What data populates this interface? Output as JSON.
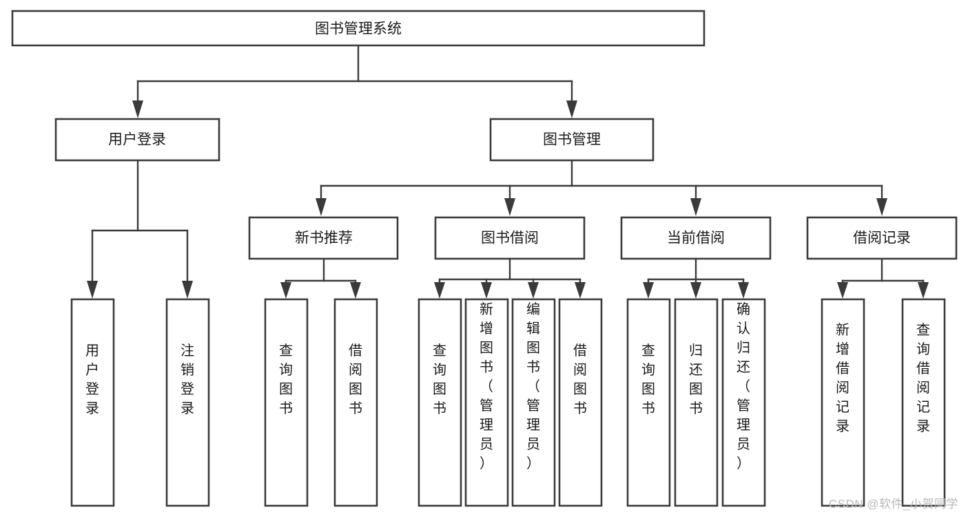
{
  "diagram": {
    "title": "图书管理系统",
    "type": "tree",
    "orientation": "top-down",
    "colors": {
      "background": "#ffffff",
      "box_fill": "#ffffff",
      "box_stroke": "#3a3a3a",
      "connector": "#3a3a3a",
      "text": "#1a1a1a",
      "watermark": "#b9b9b9"
    },
    "nodes": {
      "root": {
        "label": "图书管理系统",
        "level": 1,
        "orientation": "horizontal"
      },
      "user_login": {
        "label": "用户登录",
        "level": 2,
        "orientation": "horizontal"
      },
      "book_manage": {
        "label": "图书管理",
        "level": 2,
        "orientation": "horizontal"
      },
      "new_book_rec": {
        "label": "新书推荐",
        "level": 3,
        "orientation": "horizontal"
      },
      "book_borrow": {
        "label": "图书借阅",
        "level": 3,
        "orientation": "horizontal"
      },
      "current_borrow": {
        "label": "当前借阅",
        "level": 3,
        "orientation": "horizontal"
      },
      "borrow_record": {
        "label": "借阅记录",
        "level": 3,
        "orientation": "horizontal"
      },
      "leaf_user_login": {
        "label": "用户登录",
        "level": 4,
        "orientation": "vertical"
      },
      "leaf_user_logout": {
        "label": "注销登录",
        "level": 4,
        "orientation": "vertical"
      },
      "leaf_rec_query": {
        "label": "查询图书",
        "level": 4,
        "orientation": "vertical"
      },
      "leaf_rec_borrow": {
        "label": "借阅图书",
        "level": 4,
        "orientation": "vertical"
      },
      "leaf_borrow_query": {
        "label": "查询图书",
        "level": 4,
        "orientation": "vertical"
      },
      "leaf_borrow_add": {
        "label": "新增图书（管理员）",
        "level": 4,
        "orientation": "vertical"
      },
      "leaf_borrow_edit": {
        "label": "编辑图书（管理员）",
        "level": 4,
        "orientation": "vertical"
      },
      "leaf_borrow_lend": {
        "label": "借阅图书",
        "level": 4,
        "orientation": "vertical"
      },
      "leaf_cur_query": {
        "label": "查询图书",
        "level": 4,
        "orientation": "vertical"
      },
      "leaf_cur_return": {
        "label": "归还图书",
        "level": 4,
        "orientation": "vertical"
      },
      "leaf_cur_confirm": {
        "label": "确认归还（管理员）",
        "level": 4,
        "orientation": "vertical"
      },
      "leaf_rec_add": {
        "label": "新增借阅记录",
        "level": 4,
        "orientation": "vertical"
      },
      "leaf_rec_search": {
        "label": "查询借阅记录",
        "level": 4,
        "orientation": "vertical"
      }
    },
    "edges": [
      {
        "from": "root",
        "to": "user_login"
      },
      {
        "from": "root",
        "to": "book_manage"
      },
      {
        "from": "user_login",
        "to": "leaf_user_login"
      },
      {
        "from": "user_login",
        "to": "leaf_user_logout"
      },
      {
        "from": "book_manage",
        "to": "new_book_rec"
      },
      {
        "from": "book_manage",
        "to": "book_borrow"
      },
      {
        "from": "book_manage",
        "to": "current_borrow"
      },
      {
        "from": "book_manage",
        "to": "borrow_record"
      },
      {
        "from": "new_book_rec",
        "to": "leaf_rec_query"
      },
      {
        "from": "new_book_rec",
        "to": "leaf_rec_borrow"
      },
      {
        "from": "book_borrow",
        "to": "leaf_borrow_query"
      },
      {
        "from": "book_borrow",
        "to": "leaf_borrow_add"
      },
      {
        "from": "book_borrow",
        "to": "leaf_borrow_edit"
      },
      {
        "from": "book_borrow",
        "to": "leaf_borrow_lend"
      },
      {
        "from": "current_borrow",
        "to": "leaf_cur_query"
      },
      {
        "from": "current_borrow",
        "to": "leaf_cur_return"
      },
      {
        "from": "current_borrow",
        "to": "leaf_cur_confirm"
      },
      {
        "from": "borrow_record",
        "to": "leaf_rec_add"
      },
      {
        "from": "borrow_record",
        "to": "leaf_rec_search"
      }
    ]
  },
  "watermark": {
    "text": "CSDN @软件_小贺同学"
  }
}
